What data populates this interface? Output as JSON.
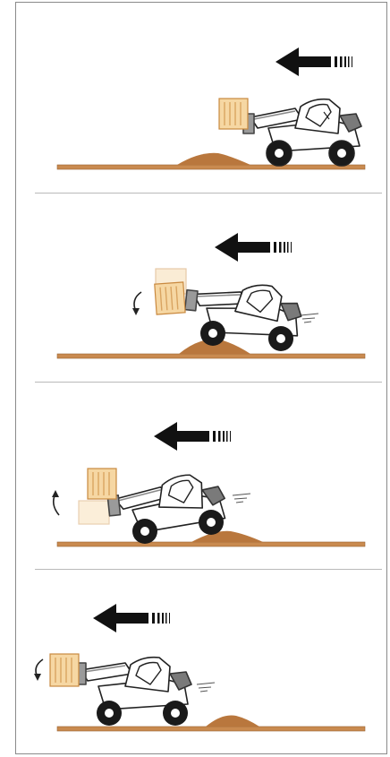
{
  "figure": {
    "panel_count": 4,
    "colors": {
      "ground": "#c98a4f",
      "ground_edge": "#9a6434",
      "mound": "#b9773d",
      "arrow": "#111111",
      "bale_fill": "#f6d7a3",
      "bale_stroke": "#c9893f",
      "machine_stroke": "#222222",
      "machine_fill": "#ffffff",
      "boom_grey": "#8a8a8a",
      "frame_border": "#8a8a8a",
      "divider": "#b9b9b9"
    },
    "panels": [
      {
        "direction": "left",
        "load_state": "raised",
        "rotation_indicator": "none"
      },
      {
        "direction": "left",
        "load_state": "tilting-down",
        "rotation_indicator": "counterclockwise-down"
      },
      {
        "direction": "left",
        "load_state": "lowered-swinging",
        "rotation_indicator": "clockwise-up"
      },
      {
        "direction": "left",
        "load_state": "lowered",
        "rotation_indicator": "counterclockwise-down"
      }
    ]
  }
}
